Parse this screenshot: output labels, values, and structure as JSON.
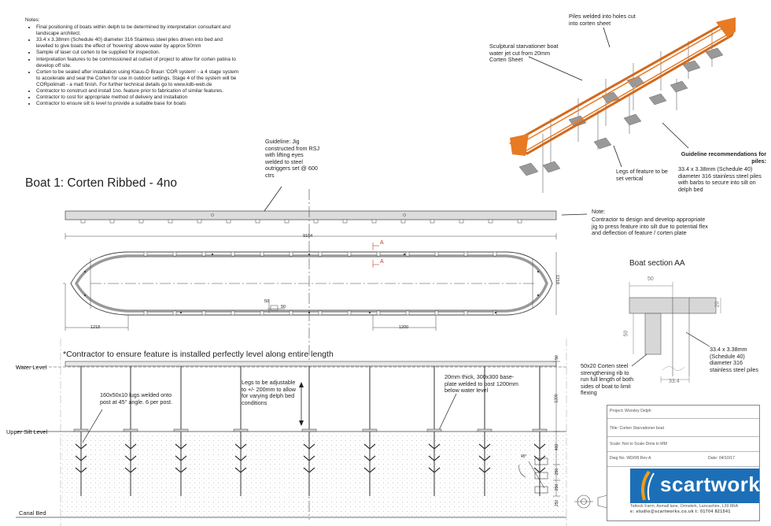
{
  "notes": {
    "title": "Notes:",
    "items": [
      "Final positioning of boats within delph  to be determined by interpretation consultant and landscape architect.",
      "33.4 x 3.38mm (Schedule 40) diameter 316 Stainless steel piles driven into bed and levelled to give boats the effect of 'hovering' above water by approx 50mm",
      "Sample of laser cut corten to be supplied for inspection.",
      "Interpretation features to be commissioned at outset of project to allow for corten patina to develop off site.",
      "Corten to be sealed after installation using Klaus-D Braun 'COR system' - a 4 stage system to accelerate and seal the Corten for use in outdoor settings. Stage 4 of the system will be CORpolimatt - a matt finish.  For further technical details go to www.kdb-web.de",
      "Contractor to construct and install 1no. feature prior to fabrication of similar features.",
      "Contractor to cost for appropriate method of delivery and installation",
      "Contractor to ensure silt is level to provide a suitable base for boats"
    ]
  },
  "callouts": {
    "piles_welded": "Piles welded into holes cut into corten sheet",
    "sculptural": "Sculptural starvationer boat water jet cut from 20mm Corten Sheet",
    "legs_vertical": "Legs of feature to be set vertical",
    "guideline_bold": "Guideline recommendations for piles:",
    "guideline_text": "33.4 x 3.38mm (Schedule 40) diameter 316 stainless steel piles with barbs to secure into silt on delph bed",
    "jig": "Guideline: Jig constructed from RSJ with lifting eyes welded to steel outriggers set @ 600 ctrs",
    "note_title": "Note:",
    "note_text": "Contractor to design and develop appropriate jig to press feature into silt due to potential flex and deflection of feature / corten plate",
    "boat_section": "Boat section AA",
    "pile_spec": "33.4 x 3.38mm (Schedule 40) diameter 316 stainless steel piles",
    "rib": "50x20 Corten steel strengthening rib to run full length of both sides of boat to limit flexing",
    "lugs": "160x50x10 lugs welded onto post at 45° angle. 6 per post.",
    "legs_adjustable": "Legs to be adjustable to +/- 200mm to allow for varying delph bed conditions",
    "baseplate": "20mm thick, 300x300 base-plate welded to post 1200mm below water level"
  },
  "dims": {
    "total_length": "9184",
    "end_left": "1218",
    "end_right": "1218",
    "spacing": "1200",
    "small_a": "50",
    "small_b": "50",
    "sec_top": "50",
    "sec_right": "20",
    "sec_left": "50",
    "sec_bottom": "33.4",
    "elev_top": "50",
    "elev_1200": "1200",
    "elev_400": "400",
    "elev_250a": "250",
    "elev_250b": "250",
    "elev_250c": "250",
    "elev_45": "45°",
    "section_mark": "A"
  },
  "boat_title": "Boat 1: Corten Ribbed - 4no",
  "contractor_note": "*Contractor to ensure feature is installed perfectly level along entire length",
  "levels": {
    "water": "Water Level",
    "silt": "Upper Silt Level",
    "bed": "Canal Bed"
  },
  "titleblock": {
    "project": "Project: Worsley Delph",
    "title": "Title: Corten Starvationer boat",
    "scale": "Scale: Not to Scale Dims in MM",
    "dwg": "Dwg No. WD/08 Rev A",
    "date": "Date: 04/10/17",
    "brand": "scartworks",
    "address1": "Tattock Farm, Asmall lane, Ormskirk, Lancashire, L39 8RA",
    "address2": "e: studio@scartworks.co.uk  t: 01704 821541"
  },
  "colors": {
    "corten": "#e87a24",
    "brand": "#1c6fb7",
    "section_grey": "#d7d7d7"
  }
}
